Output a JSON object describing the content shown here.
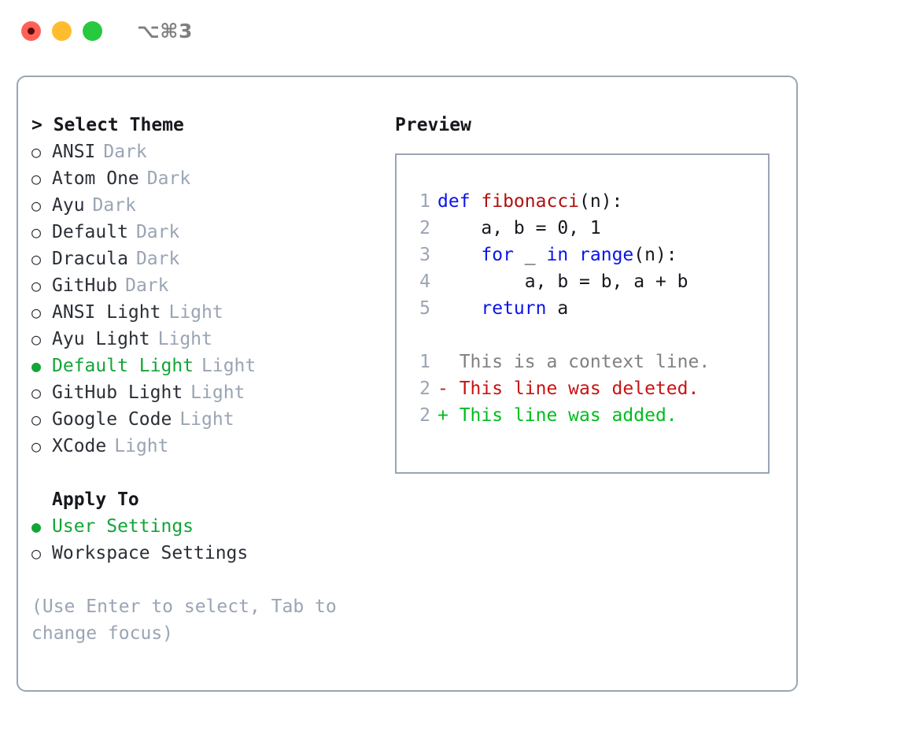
{
  "titlebar": {
    "shortcut": "⌥⌘3",
    "buttons": [
      {
        "name": "close",
        "color": "#ff6159"
      },
      {
        "name": "minimize",
        "color": "#ffbd2e"
      },
      {
        "name": "zoom",
        "color": "#26c93f"
      }
    ]
  },
  "colors": {
    "selected_green": "#13a538",
    "muted": "#9aa4b4",
    "text": "#2b2f36",
    "border": "#9aa4b4",
    "keyword_blue": "#0a14e8",
    "function_red": "#b01010",
    "diff_deleted": "#c91212",
    "diff_added": "#00bd1f",
    "diff_context": "#808080"
  },
  "theme_panel": {
    "header": "> Select Theme",
    "marker_unselected": "○",
    "marker_selected": "●",
    "items": [
      {
        "label": "ANSI",
        "badge": "Dark",
        "selected": false
      },
      {
        "label": "Atom One",
        "badge": "Dark",
        "selected": false
      },
      {
        "label": "Ayu",
        "badge": "Dark",
        "selected": false
      },
      {
        "label": "Default",
        "badge": "Dark",
        "selected": false
      },
      {
        "label": "Dracula",
        "badge": "Dark",
        "selected": false
      },
      {
        "label": "GitHub",
        "badge": "Dark",
        "selected": false
      },
      {
        "label": "ANSI Light",
        "badge": "Light",
        "selected": false
      },
      {
        "label": "Ayu Light",
        "badge": "Light",
        "selected": false
      },
      {
        "label": "Default Light",
        "badge": "Light",
        "selected": true
      },
      {
        "label": "GitHub Light",
        "badge": "Light",
        "selected": false
      },
      {
        "label": "Google Code",
        "badge": "Light",
        "selected": false
      },
      {
        "label": "XCode",
        "badge": "Light",
        "selected": false
      }
    ]
  },
  "apply_to": {
    "header": "Apply To",
    "items": [
      {
        "label": "User Settings",
        "selected": true
      },
      {
        "label": "Workspace Settings",
        "selected": false
      }
    ]
  },
  "hint": "(Use Enter to select, Tab to change focus)",
  "preview": {
    "title": "Preview",
    "code_lines": [
      {
        "num": "1",
        "tokens": [
          {
            "t": "def ",
            "c": "kw"
          },
          {
            "t": "fibonacci",
            "c": "fn"
          },
          {
            "t": "(n):",
            "c": "pl"
          }
        ]
      },
      {
        "num": "2",
        "tokens": [
          {
            "t": "    a, b = 0, 1",
            "c": "pl"
          }
        ]
      },
      {
        "num": "3",
        "tokens": [
          {
            "t": "    ",
            "c": "pl"
          },
          {
            "t": "for",
            "c": "kw"
          },
          {
            "t": " _ ",
            "c": "pl"
          },
          {
            "t": "in range",
            "c": "kw"
          },
          {
            "t": "(n):",
            "c": "pl"
          }
        ]
      },
      {
        "num": "4",
        "tokens": [
          {
            "t": "        a, b = b, a + b",
            "c": "pl"
          }
        ]
      },
      {
        "num": "5",
        "tokens": [
          {
            "t": "    ",
            "c": "pl"
          },
          {
            "t": "return",
            "c": "kw"
          },
          {
            "t": " a",
            "c": "pl"
          }
        ]
      }
    ],
    "diff_lines": [
      {
        "num": "1",
        "text": "  This is a context line.",
        "kind": "ctx"
      },
      {
        "num": "2",
        "text": "- This line was deleted.",
        "kind": "del"
      },
      {
        "num": "2",
        "text": "+ This line was added.",
        "kind": "add"
      }
    ]
  }
}
